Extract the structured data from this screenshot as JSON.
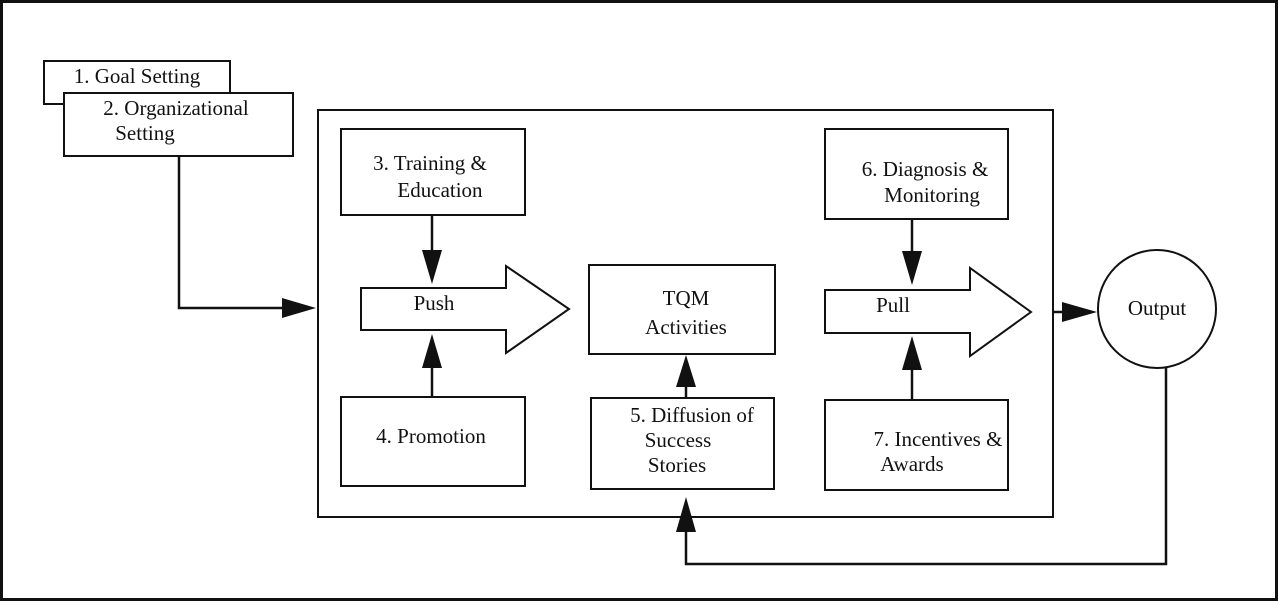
{
  "diagram": {
    "goal_setting": "1. Goal Setting",
    "organizational_setting": [
      "2. Organizational",
      "Setting"
    ],
    "training_education": [
      "3. Training &",
      "Education"
    ],
    "promotion": "4. Promotion",
    "diffusion": [
      "5. Diffusion of",
      "Success",
      "Stories"
    ],
    "diagnosis_monitoring": [
      "6. Diagnosis &",
      "Monitoring"
    ],
    "incentives_awards": [
      "7. Incentives &",
      "Awards"
    ],
    "push": "Push",
    "pull": "Pull",
    "tqm": [
      "TQM",
      "Activities"
    ],
    "output": "Output"
  }
}
